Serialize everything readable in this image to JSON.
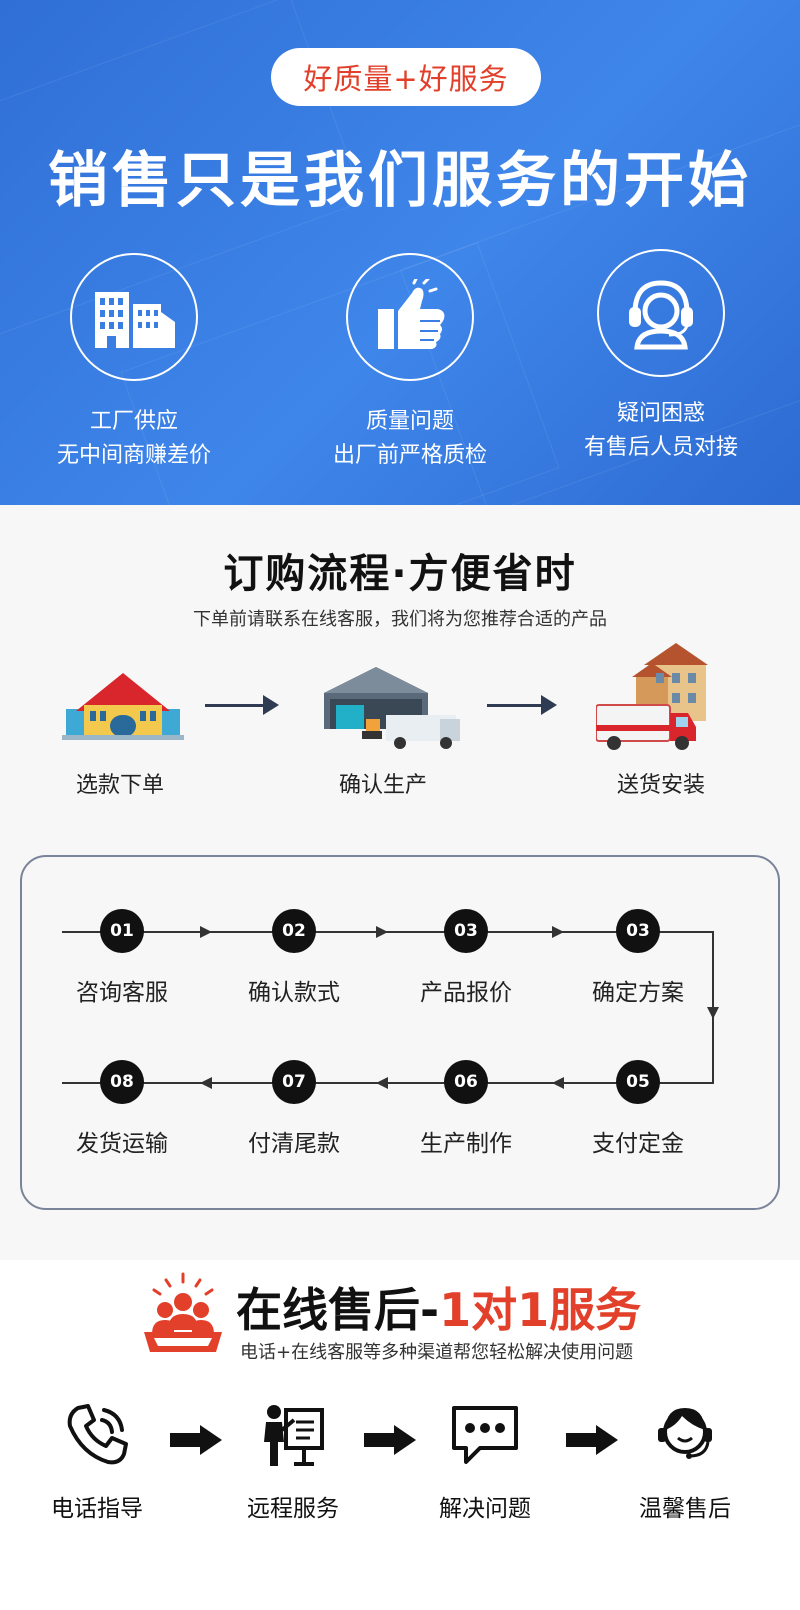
{
  "hero": {
    "badge": "好质量+好服务",
    "title": "销售只是我们服务的开始",
    "features": [
      {
        "icon": "factory-building-icon",
        "line1": "工厂供应",
        "line2": "无中间商赚差价"
      },
      {
        "icon": "thumbs-up-icon",
        "line1": "质量问题",
        "line2": "出厂前严格质检"
      },
      {
        "icon": "customer-service-headset-icon",
        "line1": "疑问困惑",
        "line2": "有售后人员对接"
      }
    ]
  },
  "order": {
    "title": "订购流程·方便省时",
    "subtitle": "下单前请联系在线客服，我们将为您推荐合适的产品",
    "steps": [
      {
        "icon": "warehouse-icon",
        "label": "选款下单"
      },
      {
        "icon": "factory-truck-icon",
        "label": "确认生产"
      },
      {
        "icon": "delivery-house-icon",
        "label": "送货安装"
      }
    ],
    "flow": [
      {
        "num": "01",
        "label": "咨询客服"
      },
      {
        "num": "02",
        "label": "确认款式"
      },
      {
        "num": "03",
        "label": "产品报价"
      },
      {
        "num": "03",
        "label": "确定方案"
      },
      {
        "num": "05",
        "label": "支付定金"
      },
      {
        "num": "06",
        "label": "生产制作"
      },
      {
        "num": "07",
        "label": "付清尾款"
      },
      {
        "num": "08",
        "label": "发货运输"
      }
    ]
  },
  "aftersales": {
    "title_black": "在线售后-",
    "title_red": "1对1服务",
    "subtitle": "电话+在线客服等多种渠道帮您轻松解决使用问题",
    "services": [
      {
        "icon": "phone-icon",
        "label": "电话指导"
      },
      {
        "icon": "remote-presenter-icon",
        "label": "远程服务"
      },
      {
        "icon": "chat-bubble-icon",
        "label": "解决问题"
      },
      {
        "icon": "support-agent-icon",
        "label": "温馨售后"
      }
    ]
  },
  "colors": {
    "blue": "#3a7ee4",
    "red": "#e2402a",
    "dark": "#2f3b52"
  }
}
